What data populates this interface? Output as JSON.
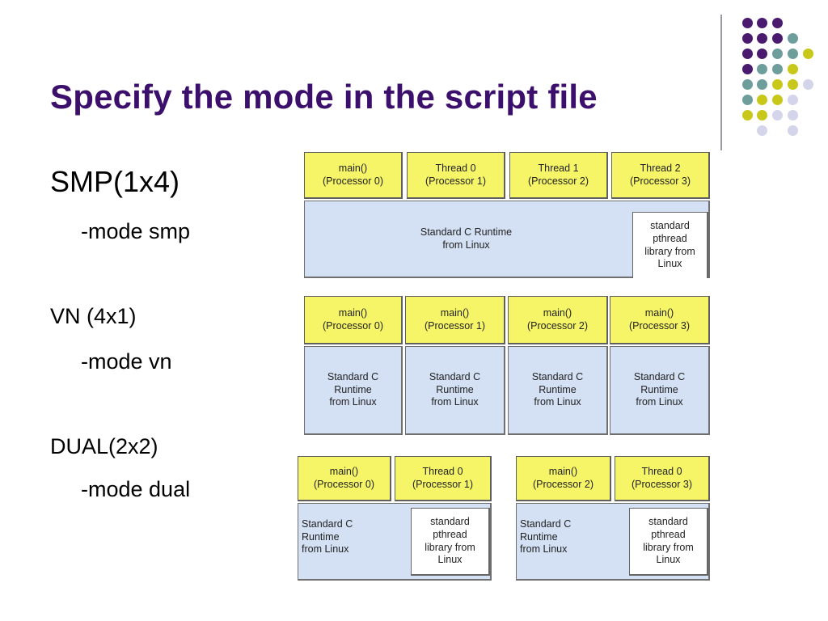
{
  "title": "Specify the mode in the script file",
  "modes": [
    {
      "name": "SMP(1x4)",
      "flag": "-mode smp"
    },
    {
      "name": "VN (4x1)",
      "flag": "-mode vn"
    },
    {
      "name": "DUAL(2x2)",
      "flag": "-mode dual"
    }
  ],
  "smp": {
    "cells": [
      "main()\n(Processor 0)",
      "Thread 0\n(Processor 1)",
      "Thread 1\n(Processor 2)",
      "Thread 2\n(Processor 3)"
    ],
    "runtime": "Standard C Runtime\nfrom Linux",
    "pthread": "standard\npthread\nlibrary from\nLinux"
  },
  "vn": {
    "cells": [
      "main()\n(Processor 0)",
      "main()\n(Processor 1)",
      "main()\n(Processor 2)",
      "main()\n(Processor 3)"
    ],
    "runtimes": [
      "Standard C\nRuntime\nfrom Linux",
      "Standard C\nRuntime\nfrom Linux",
      "Standard C\nRuntime\nfrom Linux",
      "Standard C\nRuntime\nfrom Linux"
    ]
  },
  "dual": {
    "left": {
      "cells": [
        "main()\n(Processor 0)",
        "Thread 0\n(Processor 1)"
      ],
      "runtime": "Standard C\nRuntime\nfrom Linux",
      "pthread": "standard\npthread\nlibrary from\nLinux"
    },
    "right": {
      "cells": [
        "main()\n(Processor 2)",
        "Thread 0\n(Processor 3)"
      ],
      "runtime": "Standard C\nRuntime\nfrom Linux",
      "pthread": "standard\npthread\nlibrary from\nLinux"
    }
  },
  "colors": {
    "title": "#3b0f6b",
    "dot_purple": "#4a1a6e",
    "dot_teal": "#6d9e9c",
    "dot_olive": "#c8c81a",
    "dot_lavender": "#d4d4ea",
    "cell_yellow": "#f6f568",
    "cell_blue": "#d4e0f4"
  }
}
